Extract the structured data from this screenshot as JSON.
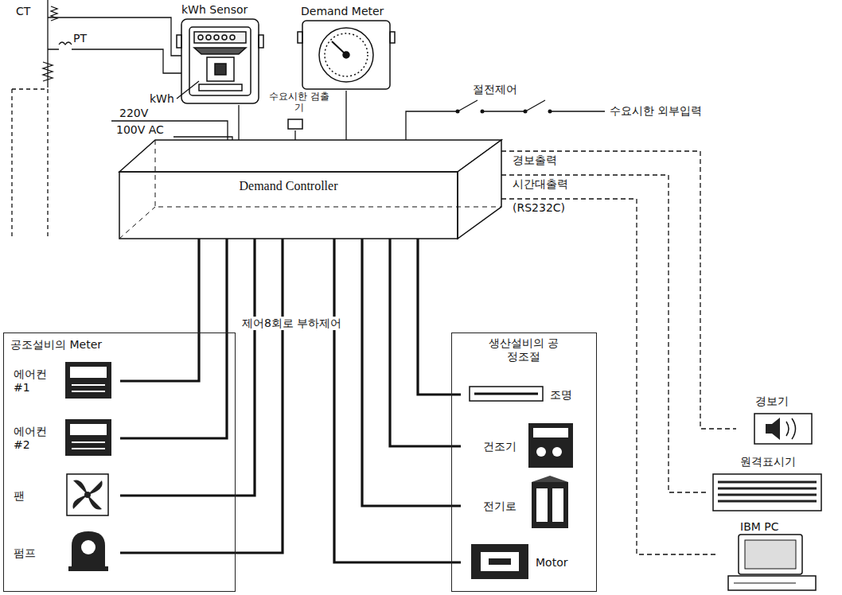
{
  "diagram": {
    "nodes": [
      {
        "text": [
          "kWh Sensor"
        ]
      },
      {
        "text": [
          "Demand Meter"
        ]
      },
      {
        "text": [
          "수요시한 검출기"
        ]
      },
      {
        "text": [
          "Demand Controller"
        ]
      },
      {
        "text": [
          "공조설비의 Meter"
        ]
      },
      {
        "text": [
          "에어컨 #1"
        ],
        "in": 4
      },
      {
        "text": [
          "에어컨 #2"
        ],
        "in": 4
      },
      {
        "text": [
          "팬"
        ],
        "in": 4
      },
      {
        "text": [
          "펌프"
        ],
        "in": 4
      },
      {
        "text": [
          "생산설비의 공정조절"
        ]
      },
      {
        "text": [
          "조명"
        ],
        "in": 9
      },
      {
        "text": [
          "건조기"
        ],
        "in": 9
      },
      {
        "text": [
          "전기로"
        ],
        "in": 9
      },
      {
        "text": [
          "Motor"
        ],
        "in": 9
      },
      {
        "text": [
          "경보기"
        ]
      },
      {
        "text": [
          "원격표시기"
        ]
      },
      {
        "text": [
          "IBM PC"
        ]
      }
    ],
    "edges": [
      {
        "from": 0,
        "to": 3,
        "arrow": "none"
      },
      {
        "from": 1,
        "to": 3,
        "arrow": "none"
      },
      {
        "from": 2,
        "to": 3,
        "arrow": "none"
      },
      {
        "from": 3,
        "to": 5,
        "arrow": "none"
      },
      {
        "from": 3,
        "to": 6,
        "arrow": "none"
      },
      {
        "from": 3,
        "to": 7,
        "arrow": "none"
      },
      {
        "from": 3,
        "to": 8,
        "arrow": "none"
      },
      {
        "from": 3,
        "to": 10,
        "arrow": "none"
      },
      {
        "from": 3,
        "to": 11,
        "arrow": "none"
      },
      {
        "from": 3,
        "to": 12,
        "arrow": "none"
      },
      {
        "from": 3,
        "to": 13,
        "arrow": "none"
      },
      {
        "from": 3,
        "to": 14,
        "label": "경보출력",
        "arrow": "none"
      },
      {
        "from": 3,
        "to": 15,
        "label": "시간대출력",
        "arrow": "none"
      },
      {
        "from": 3,
        "to": 16,
        "label": "(RS232C)",
        "arrow": "none"
      }
    ],
    "labels": [
      "CT",
      "PT",
      "kWh",
      "220V",
      "100V AC",
      "절전제어",
      "수요시한 외부입력",
      "제어8회로 부하제어"
    ]
  }
}
